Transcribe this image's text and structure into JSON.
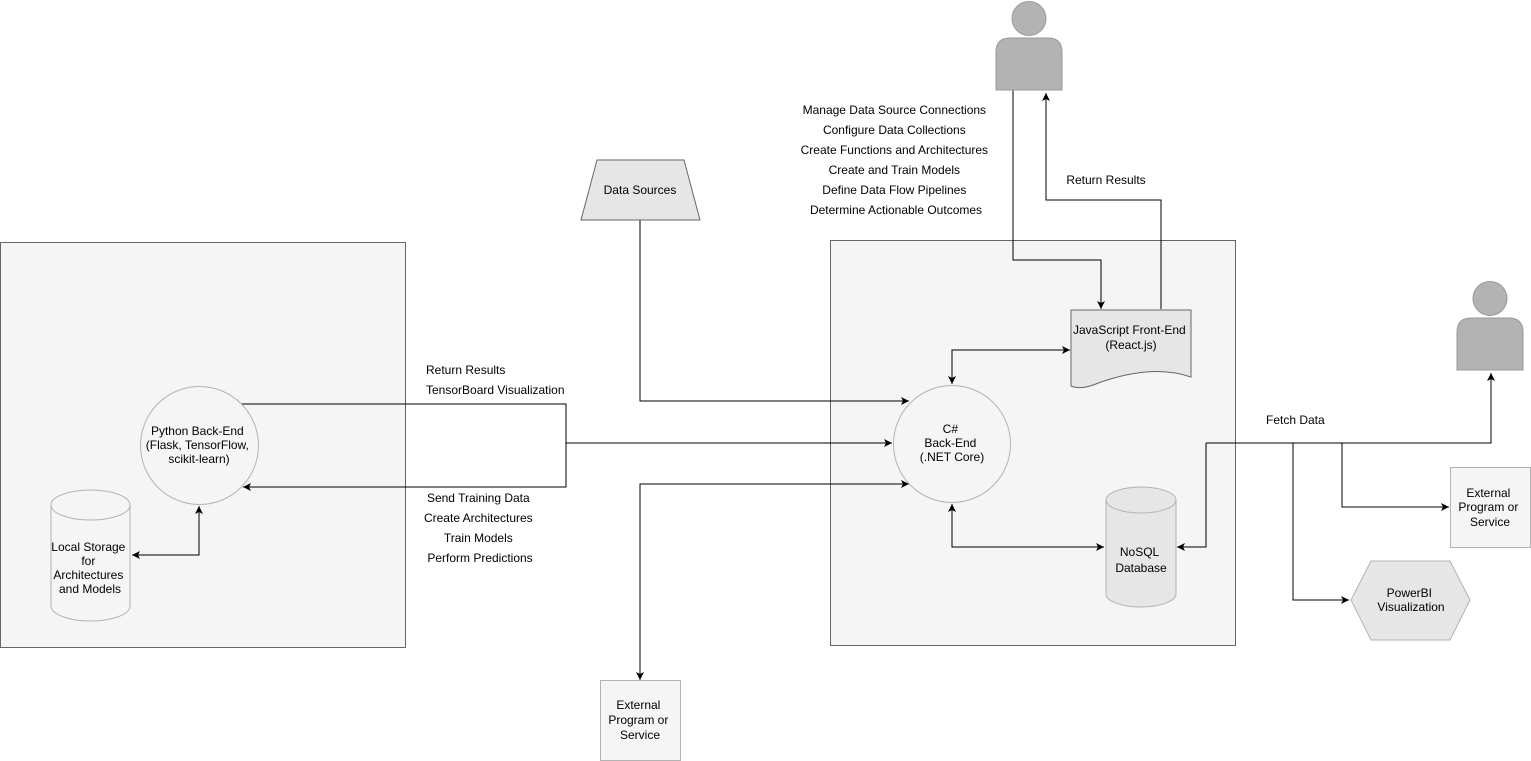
{
  "colors": {
    "container_fill": "#f5f5f5",
    "container_stroke": "#666666",
    "node_fill": "#f5f5f5",
    "node_stroke": "#b3b3b3",
    "shape_fill": "#e6e6e6",
    "user_fill": "#b3b3b3",
    "user_stroke": "#999999",
    "edge": "#000000"
  },
  "nodes": {
    "python_backend": [
      "Python Back-End",
      "(Flask, TensorFlow,",
      "scikit-learn)"
    ],
    "local_storage": [
      "Local Storage",
      "for",
      "Architectures",
      "and Models"
    ],
    "data_sources": [
      "Data Sources"
    ],
    "csharp_backend": [
      "C#",
      "Back-End",
      "(.NET Core)"
    ],
    "js_frontend": [
      "JavaScript Front-End",
      "(React.js)"
    ],
    "nosql_db": [
      "NoSQL",
      "Database"
    ],
    "external_bottom": [
      "External",
      "Program or",
      "Service"
    ],
    "external_right": [
      "External",
      "Program or",
      "Service"
    ],
    "powerbi": [
      "PowerBI",
      "Visualization"
    ]
  },
  "labels": {
    "user_actions": [
      "Manage Data Source Connections",
      "Configure Data Collections",
      "Create Functions and Architectures",
      "Create and Train Models",
      "Define Data Flow Pipelines",
      "Determine Actionable Outcomes"
    ],
    "return_results_top": "Return Results",
    "python_returns": [
      "Return Results",
      "TensorBoard Visualization"
    ],
    "python_requests": [
      "Send Training Data",
      "Create Architectures",
      "Train Models",
      "Perform Predictions"
    ],
    "fetch_data": "Fetch Data"
  }
}
